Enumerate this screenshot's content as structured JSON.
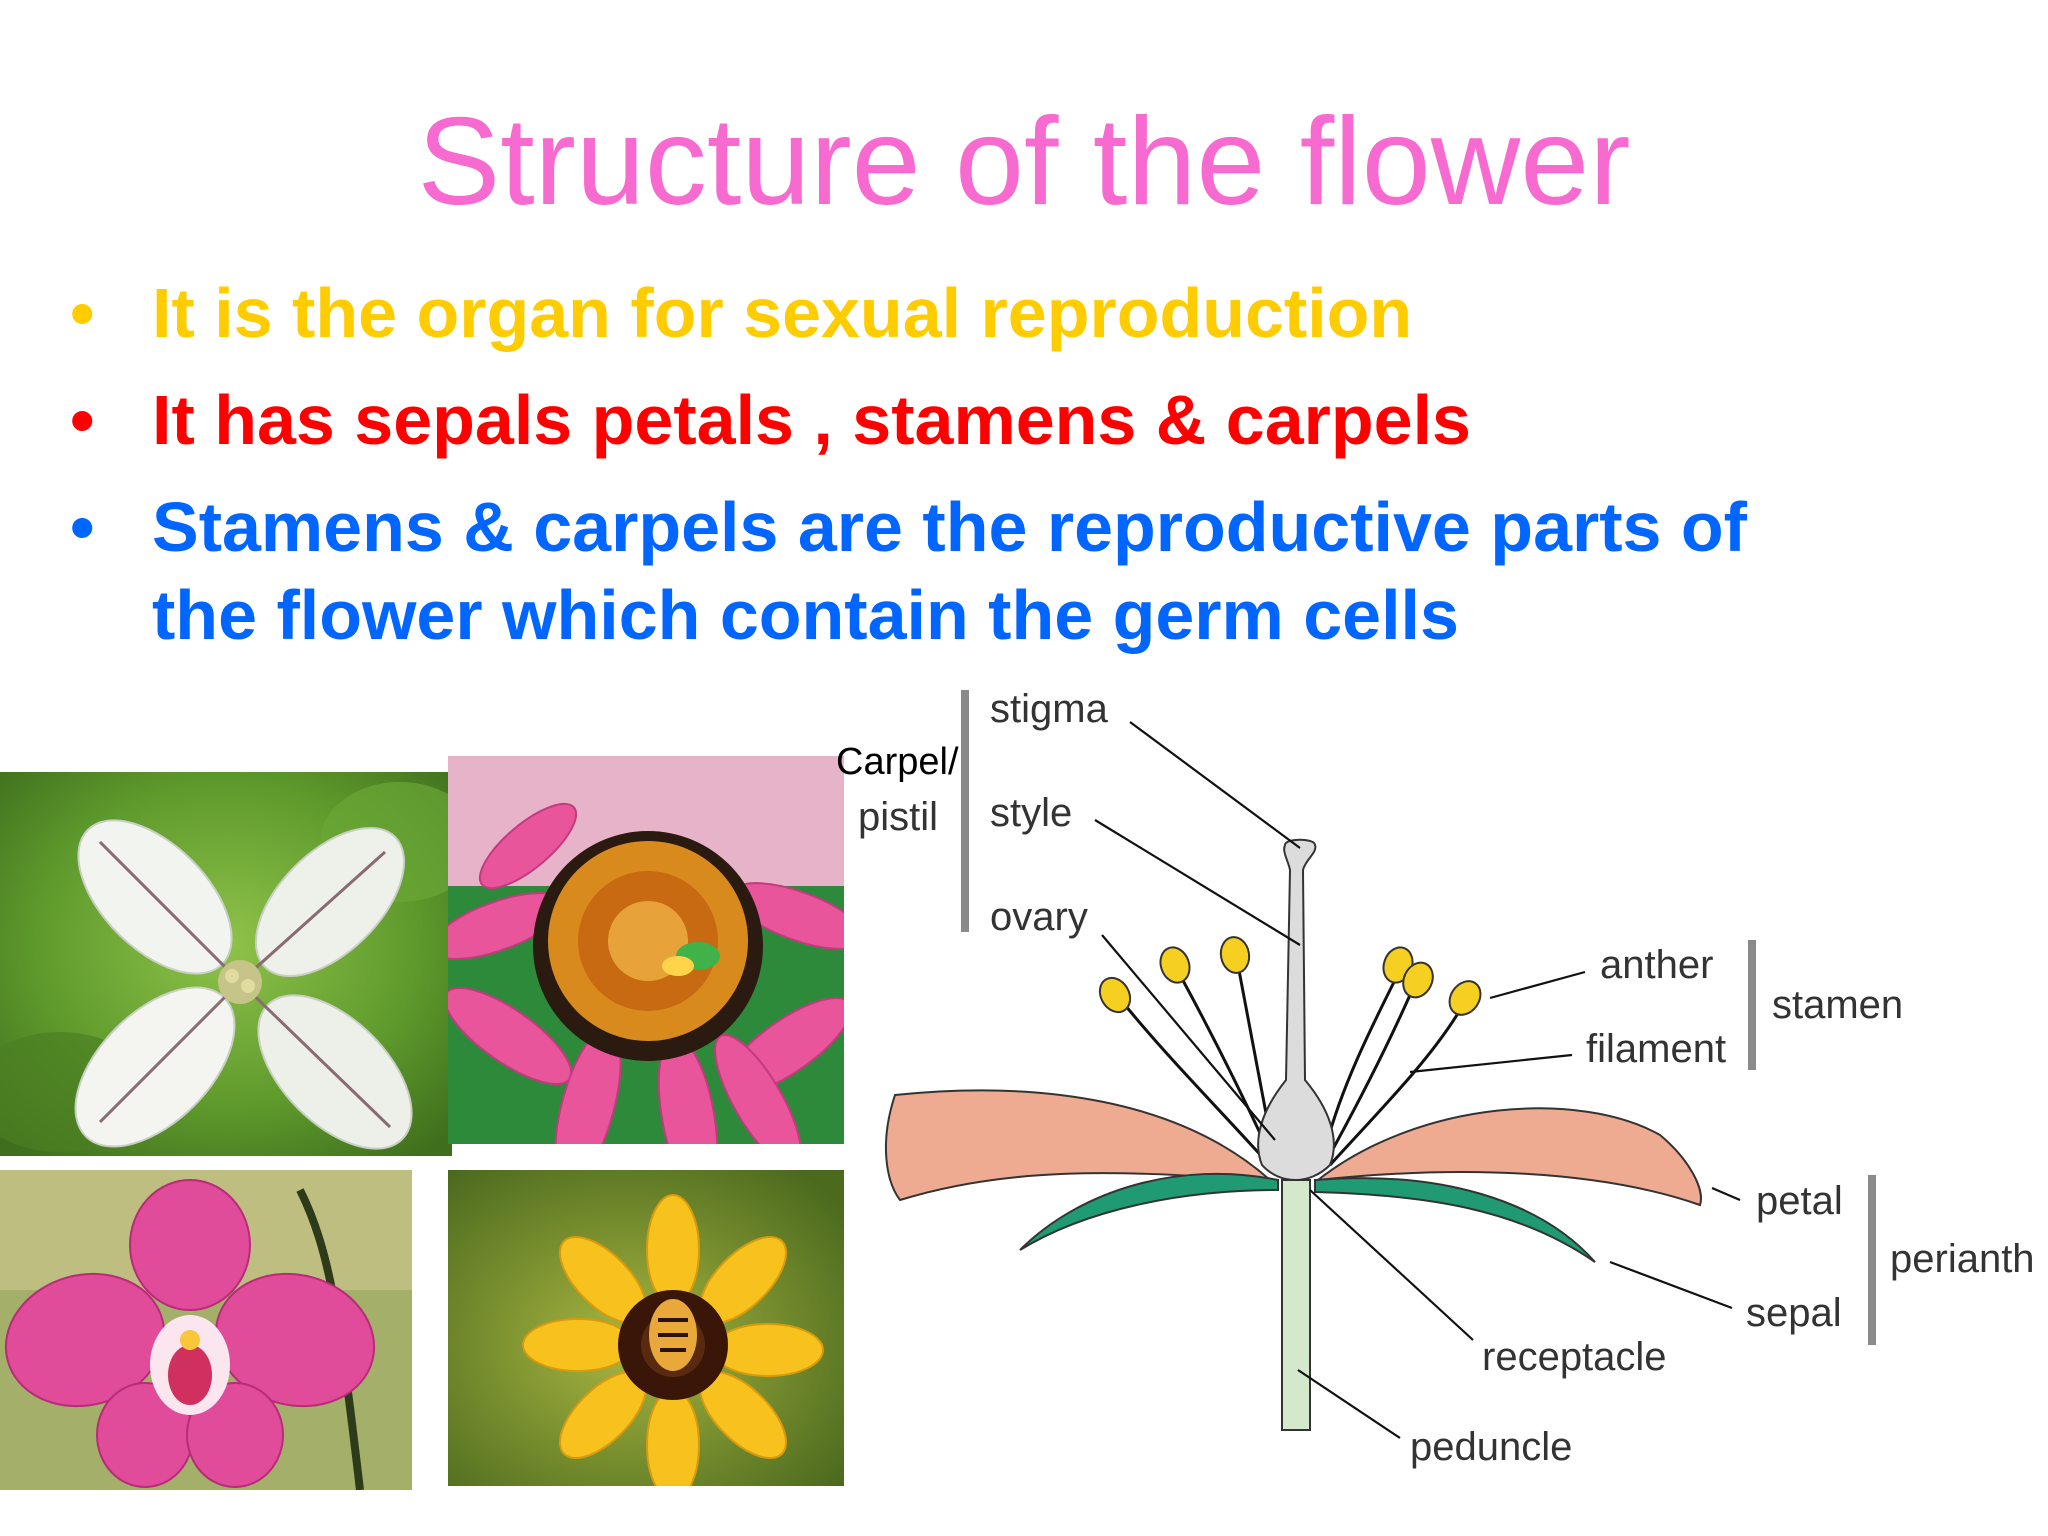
{
  "title": "Structure of the  flower",
  "bullets": [
    {
      "marker": "•",
      "text": "It is the organ for sexual reproduction",
      "color": "#ffcc00"
    },
    {
      "marker": "•",
      "text": "It has sepals petals , stamens & carpels",
      "color": "#ff0000"
    },
    {
      "marker": "•",
      "text": "Stamens & carpels are the reproductive parts of",
      "text_line2": "the flower which contain the germ cells",
      "color": "#0066ff"
    }
  ],
  "photos": [
    {
      "subject": "white-four-petal-flower"
    },
    {
      "subject": "pink-coneflower-with-bee"
    },
    {
      "subject": "pink-orchid"
    },
    {
      "subject": "yellow-flower-with-beetle"
    }
  ],
  "diagram": {
    "labels": {
      "stigma": "stigma",
      "style": "style",
      "ovary": "ovary",
      "carpel_line1": "Carpel/",
      "carpel_line2": "pistil",
      "anther": "anther",
      "filament": "filament",
      "stamen": "stamen",
      "petal": "petal",
      "sepal": "sepal",
      "perianth": "perianth",
      "receptacle": "receptacle",
      "peduncle": "peduncle"
    },
    "colors": {
      "petal": "#eeab91",
      "sepal": "#1f9a73",
      "pistil": "#dcdcdc",
      "anther": "#f5d020",
      "peduncle": "#d4e8cc"
    }
  }
}
